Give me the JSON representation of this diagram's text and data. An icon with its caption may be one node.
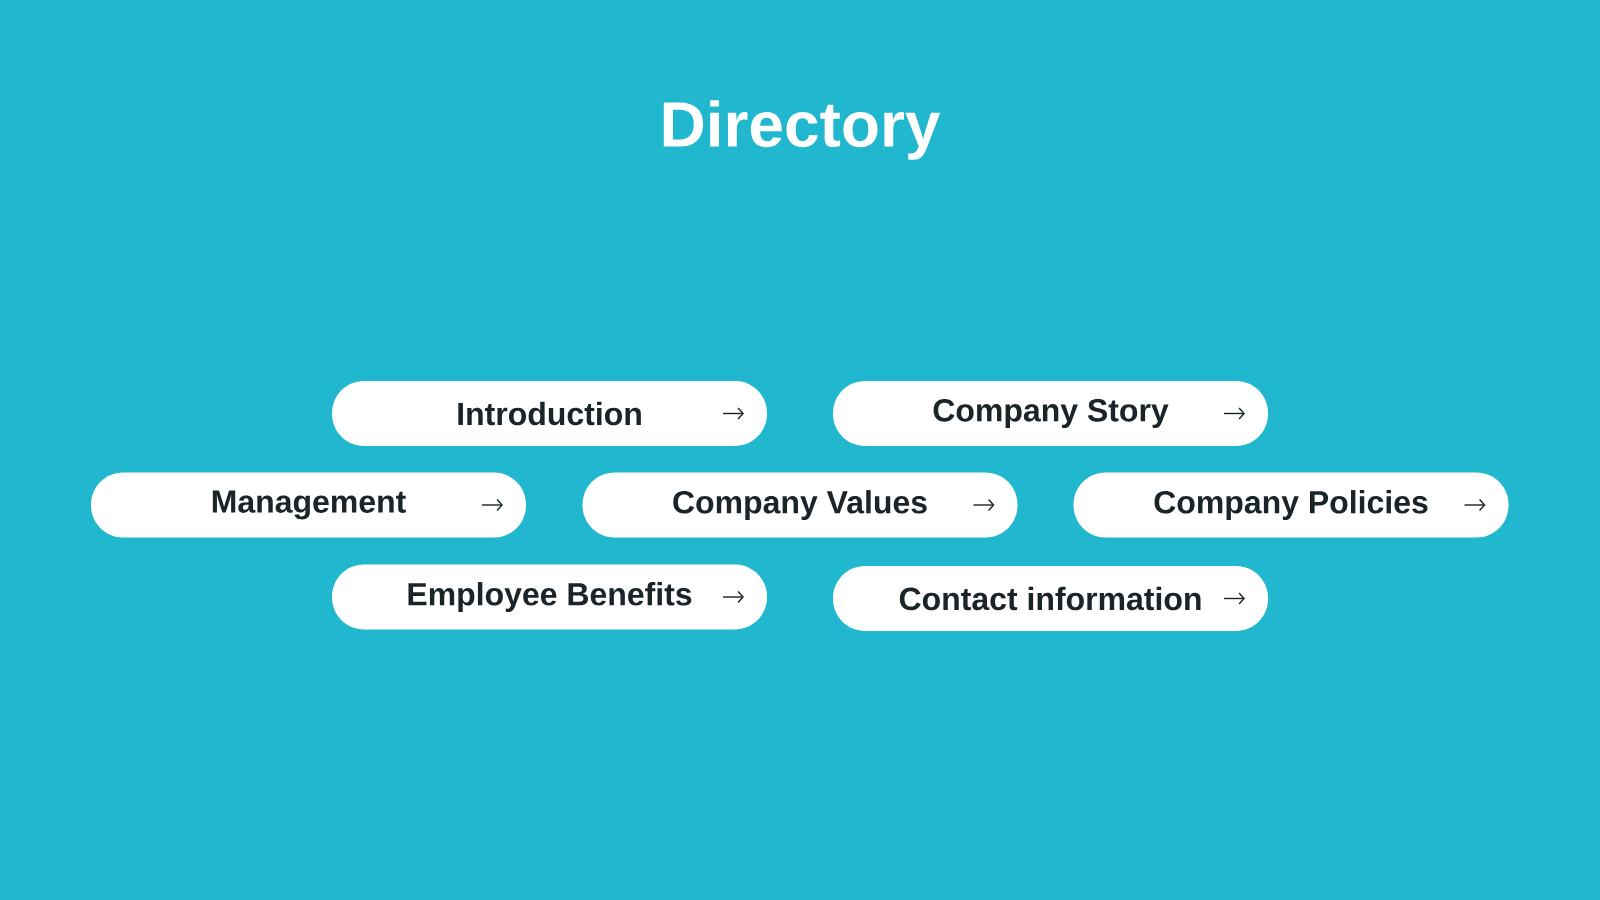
{
  "diagram": {
    "title": "Directory",
    "nodes": [
      {
        "text": [
          "Introduction"
        ]
      },
      {
        "text": [
          "Company Story"
        ]
      },
      {
        "text": [
          "Management"
        ]
      },
      {
        "text": [
          "Company Values"
        ]
      },
      {
        "text": [
          "Company Policies"
        ]
      },
      {
        "text": [
          "Employee Benefits"
        ]
      },
      {
        "text": [
          "Contact information"
        ]
      }
    ]
  }
}
